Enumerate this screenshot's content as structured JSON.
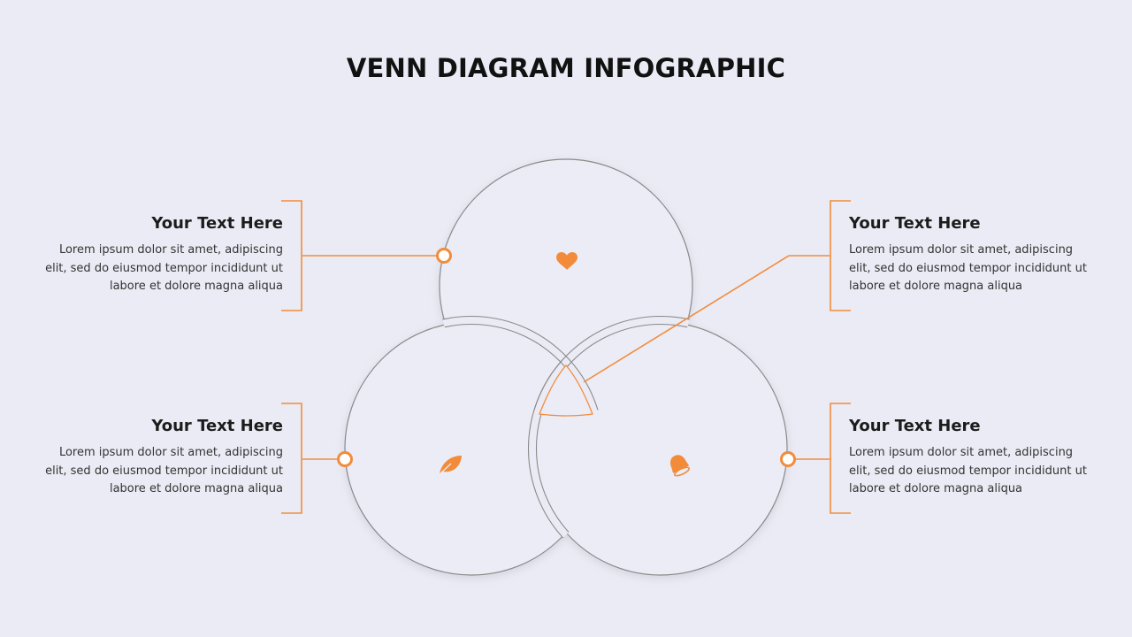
{
  "title": "VENN DIAGRAM INFOGRAPHIC",
  "colors": {
    "accent": "#f28c3b",
    "circle_stroke": "#8a8a8a",
    "background": "#ebebf5",
    "text": "#1c1c1c"
  },
  "blocks": {
    "top_left": {
      "heading": "Your Text Here",
      "body": "Lorem ipsum dolor sit amet, adipiscing elit, sed do eiusmod  tempor incididunt ut labore et dolore magna aliqua"
    },
    "bottom_left": {
      "heading": "Your Text Here",
      "body": "Lorem ipsum dolor sit amet, adipiscing elit, sed do eiusmod  tempor incididunt ut labore et dolore magna aliqua"
    },
    "top_right": {
      "heading": "Your Text Here",
      "body": "Lorem ipsum dolor sit amet, adipiscing elit, sed do eiusmod  tempor incididunt ut labore et dolore magna aliqua"
    },
    "bottom_right": {
      "heading": "Your Text Here",
      "body": "Lorem ipsum dolor sit amet, adipiscing elit, sed do eiusmod  tempor incididunt ut labore et dolore magna aliqua"
    }
  },
  "icons": {
    "top_circle": "heart-icon",
    "left_circle": "leaf-icon",
    "right_circle": "bell-icon"
  }
}
